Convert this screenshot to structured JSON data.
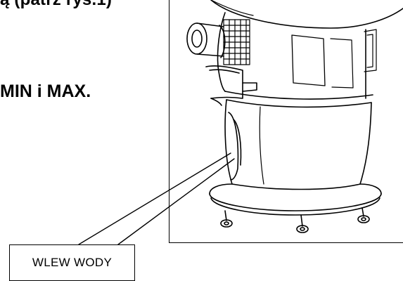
{
  "text": {
    "top_fragment": "ą (patrz rys.1)",
    "instruction": "MIN i MAX."
  },
  "figure": {
    "callout_label": "WLEW WODY"
  }
}
